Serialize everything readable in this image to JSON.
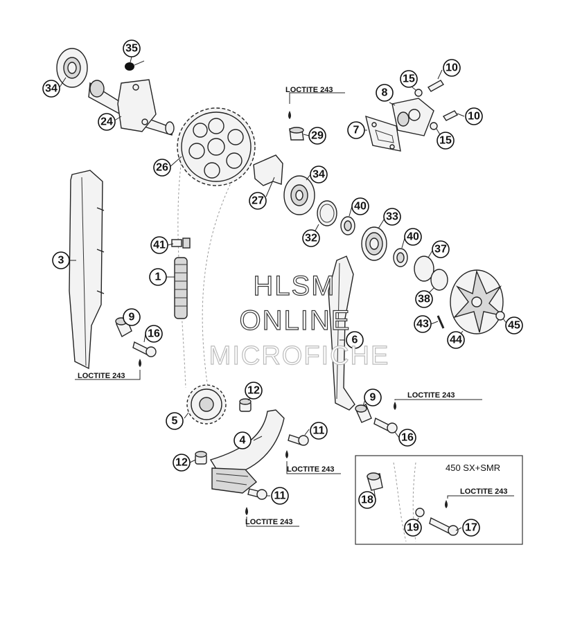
{
  "callouts": {
    "c1": "1",
    "c3": "3",
    "c4": "4",
    "c5": "5",
    "c6": "6",
    "c7": "7",
    "c8": "8",
    "c9a": "9",
    "c9b": "9",
    "c10a": "10",
    "c10b": "10",
    "c11a": "11",
    "c11b": "11",
    "c12a": "12",
    "c12b": "12",
    "c15a": "15",
    "c15b": "15",
    "c16a": "16",
    "c16b": "16",
    "c17": "17",
    "c18": "18",
    "c19": "19",
    "c24": "24",
    "c26": "26",
    "c27": "27",
    "c29": "29",
    "c32": "32",
    "c33": "33",
    "c34a": "34",
    "c34b": "34",
    "c35": "35",
    "c37": "37",
    "c38": "38",
    "c40a": "40",
    "c40b": "40",
    "c41": "41",
    "c43": "43",
    "c44": "44",
    "c45": "45"
  },
  "notes": {
    "loctite_1": "LOCTITE 243",
    "loctite_2": "LOCTITE 243",
    "loctite_3": "LOCTITE 243",
    "loctite_4": "LOCTITE 243",
    "loctite_5": "LOCTITE 243",
    "loctite_6": "LOCTITE 243"
  },
  "inset": {
    "title": "450 SX+SMR"
  },
  "watermark": {
    "line1": "HLSM",
    "line2": "ONLINE",
    "line3": "MICROFICHE"
  }
}
